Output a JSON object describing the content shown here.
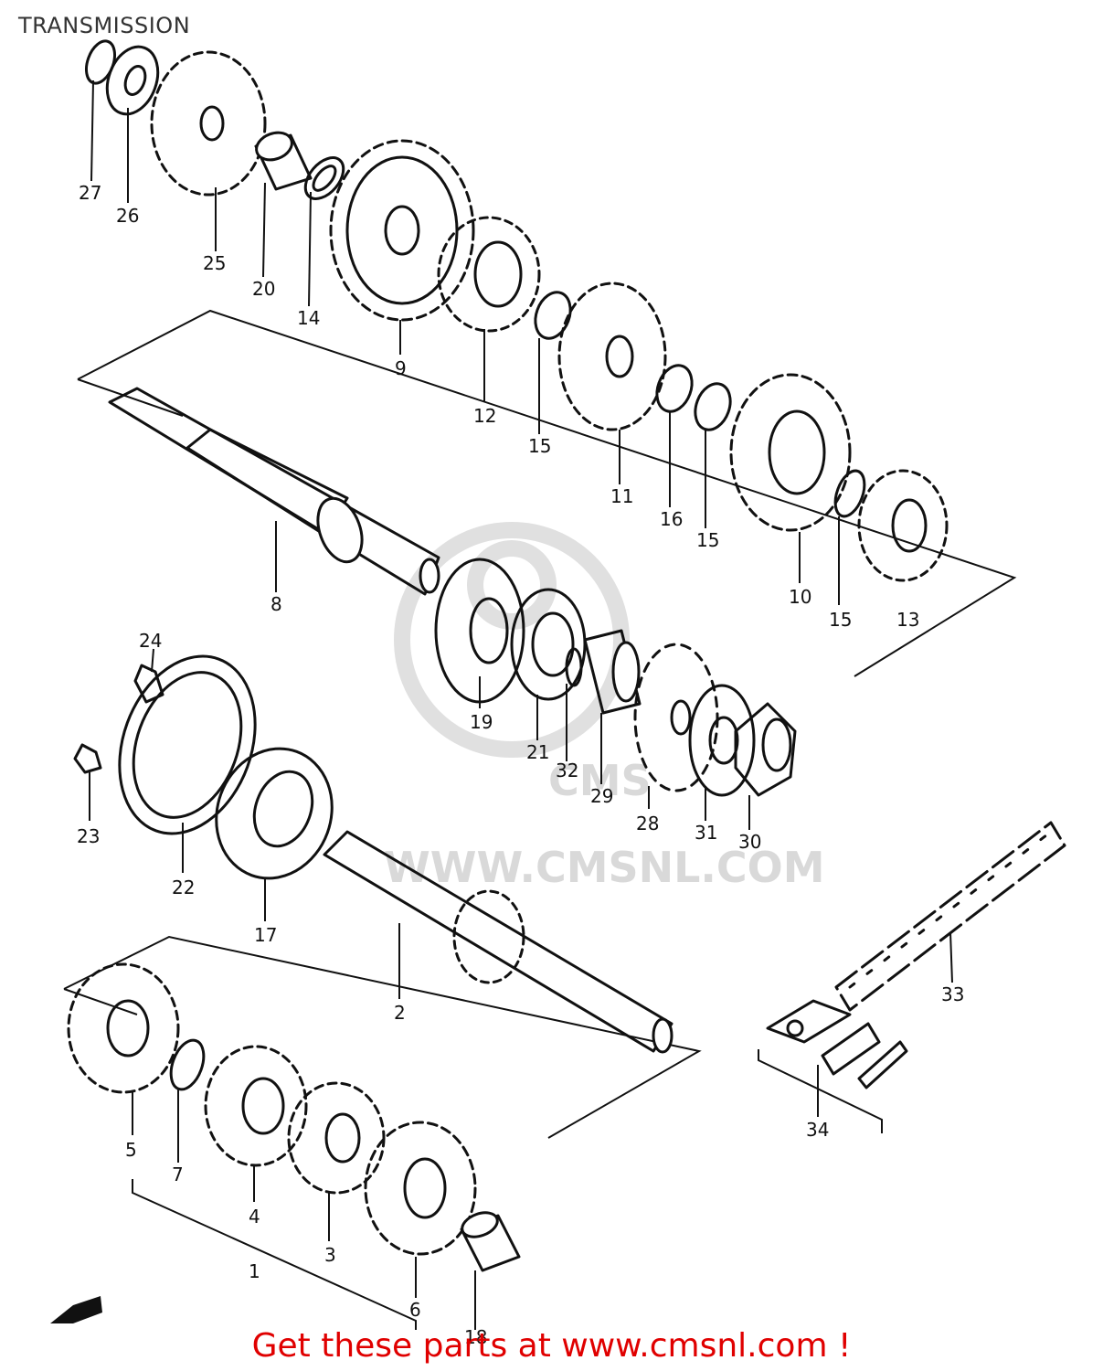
{
  "page": {
    "title": "TRANSMISSION",
    "footer": "Get these parts at www.cmsnl.com !",
    "watermark": "WWW.CMSNL.COM",
    "watermark_logo": "CMS"
  },
  "colors": {
    "footer": "#e00000",
    "ink": "#111111",
    "watermark": "#d9d9d9"
  },
  "callouts": [
    {
      "id": "c27",
      "label": "27"
    },
    {
      "id": "c26",
      "label": "26"
    },
    {
      "id": "c25",
      "label": "25"
    },
    {
      "id": "c20",
      "label": "20"
    },
    {
      "id": "c14",
      "label": "14"
    },
    {
      "id": "c9",
      "label": "9"
    },
    {
      "id": "c12",
      "label": "12"
    },
    {
      "id": "c15a",
      "label": "15"
    },
    {
      "id": "c11",
      "label": "11"
    },
    {
      "id": "c16",
      "label": "16"
    },
    {
      "id": "c15b",
      "label": "15"
    },
    {
      "id": "c10",
      "label": "10"
    },
    {
      "id": "c15c",
      "label": "15"
    },
    {
      "id": "c13",
      "label": "13"
    },
    {
      "id": "c8",
      "label": "8"
    },
    {
      "id": "c24",
      "label": "24"
    },
    {
      "id": "c19",
      "label": "19"
    },
    {
      "id": "c21",
      "label": "21"
    },
    {
      "id": "c32",
      "label": "32"
    },
    {
      "id": "c29",
      "label": "29"
    },
    {
      "id": "c28",
      "label": "28"
    },
    {
      "id": "c31",
      "label": "31"
    },
    {
      "id": "c30",
      "label": "30"
    },
    {
      "id": "c23",
      "label": "23"
    },
    {
      "id": "c22",
      "label": "22"
    },
    {
      "id": "c17",
      "label": "17"
    },
    {
      "id": "c2",
      "label": "2"
    },
    {
      "id": "c33",
      "label": "33"
    },
    {
      "id": "c34",
      "label": "34"
    },
    {
      "id": "c5",
      "label": "5"
    },
    {
      "id": "c7",
      "label": "7"
    },
    {
      "id": "c4",
      "label": "4"
    },
    {
      "id": "c3",
      "label": "3"
    },
    {
      "id": "c1",
      "label": "1"
    },
    {
      "id": "c6",
      "label": "6"
    },
    {
      "id": "c18",
      "label": "18"
    }
  ]
}
